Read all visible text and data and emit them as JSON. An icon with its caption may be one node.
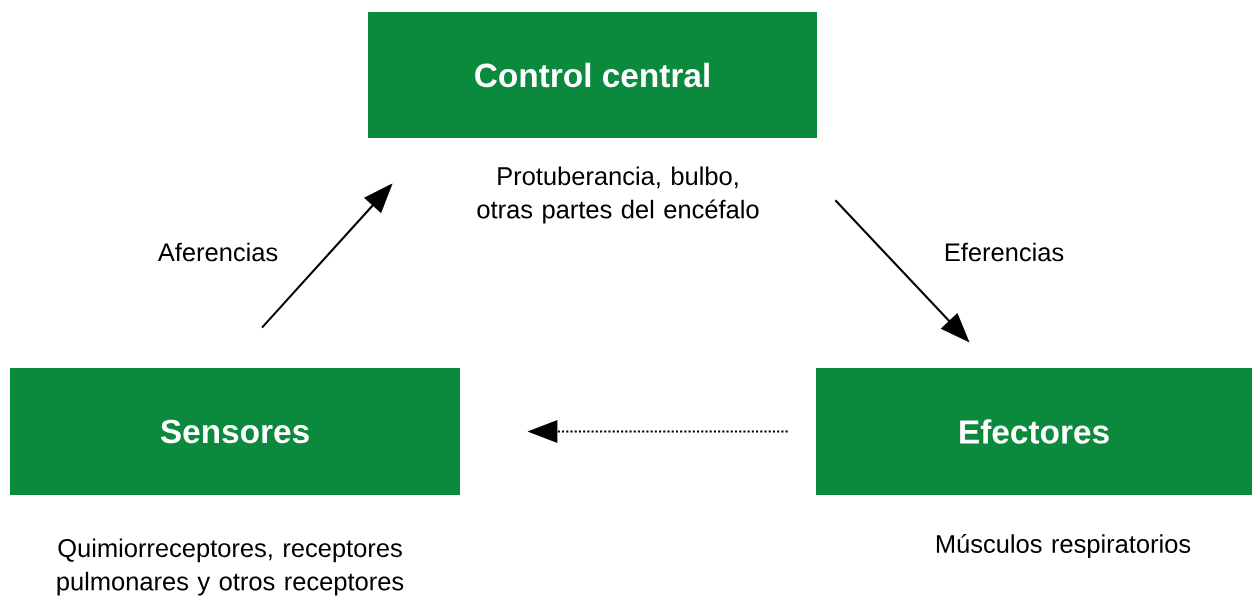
{
  "diagram": {
    "nodes": [
      {
        "text": [
          "Control central"
        ],
        "beside": [
          "Protuberancia, bulbo, otras partes del encéfalo"
        ]
      },
      {
        "text": [
          "Sensores"
        ],
        "beside": [
          "Quimiorreceptores, receptores pulmonares y otros receptores"
        ]
      },
      {
        "text": [
          "Efectores"
        ],
        "beside": [
          "Músculos respiratorios"
        ]
      }
    ],
    "edges": [
      {
        "from": 1,
        "to": 0,
        "arrow": "to",
        "label": "Aferencias"
      },
      {
        "from": 0,
        "to": 2,
        "arrow": "to",
        "label": "Eferencias"
      },
      {
        "from": 2,
        "to": 1,
        "arrow": "to",
        "style": "dashed"
      }
    ]
  }
}
